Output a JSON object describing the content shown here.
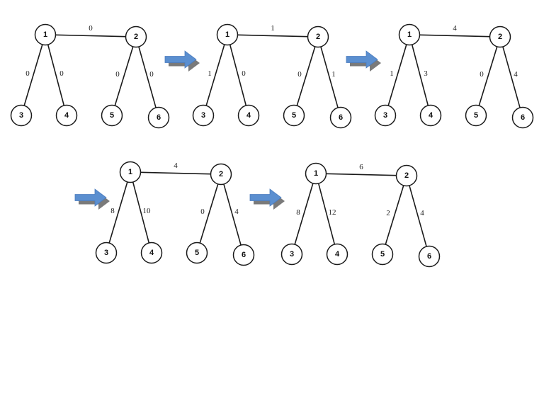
{
  "colors": {
    "arrow_fill": "#5b8fd0",
    "arrow_shadow": "#7a7a7a",
    "stroke": "#1a1a1a"
  },
  "stages": [
    {
      "nodes": [
        "1",
        "2",
        "3",
        "4",
        "5",
        "6"
      ],
      "edge_labels": [
        "0",
        "0",
        "0",
        "0",
        "0"
      ]
    },
    {
      "nodes": [
        "1",
        "2",
        "3",
        "4",
        "5",
        "6"
      ],
      "edge_labels": [
        "1",
        "1",
        "0",
        "0",
        "1"
      ]
    },
    {
      "nodes": [
        "1",
        "2",
        "3",
        "4",
        "5",
        "6"
      ],
      "edge_labels": [
        "4",
        "1",
        "3",
        "0",
        "4"
      ]
    },
    {
      "nodes": [
        "1",
        "2",
        "3",
        "4",
        "5",
        "6"
      ],
      "edge_labels": [
        "4",
        "8",
        "10",
        "0",
        "4"
      ]
    },
    {
      "nodes": [
        "1",
        "2",
        "3",
        "4",
        "5",
        "6"
      ],
      "edge_labels": [
        "6",
        "8",
        "12",
        "2",
        "4"
      ]
    }
  ],
  "arrows": [
    {
      "name": "right-arrow-icon"
    },
    {
      "name": "right-arrow-icon"
    },
    {
      "name": "right-arrow-icon"
    },
    {
      "name": "right-arrow-icon"
    }
  ]
}
